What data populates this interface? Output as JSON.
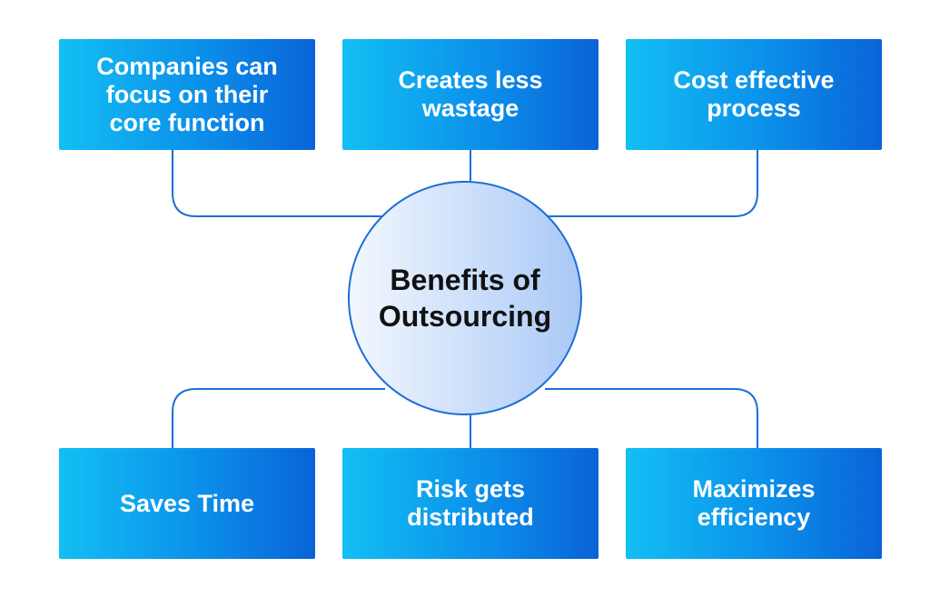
{
  "hub": {
    "title": "Benefits of\nOutsourcing"
  },
  "benefits": {
    "top": [
      "Companies can\nfocus on their\ncore function",
      "Creates less\nwastage",
      "Cost effective\nprocess"
    ],
    "bottom": [
      "Saves Time",
      "Risk gets\ndistributed",
      "Maximizes\nefficiency"
    ]
  },
  "colors": {
    "box_gradient_start": "#12bff3",
    "box_gradient_end": "#0a63d8",
    "connector": "#1c6fd6",
    "hub_fill": "#c7dcfa"
  }
}
